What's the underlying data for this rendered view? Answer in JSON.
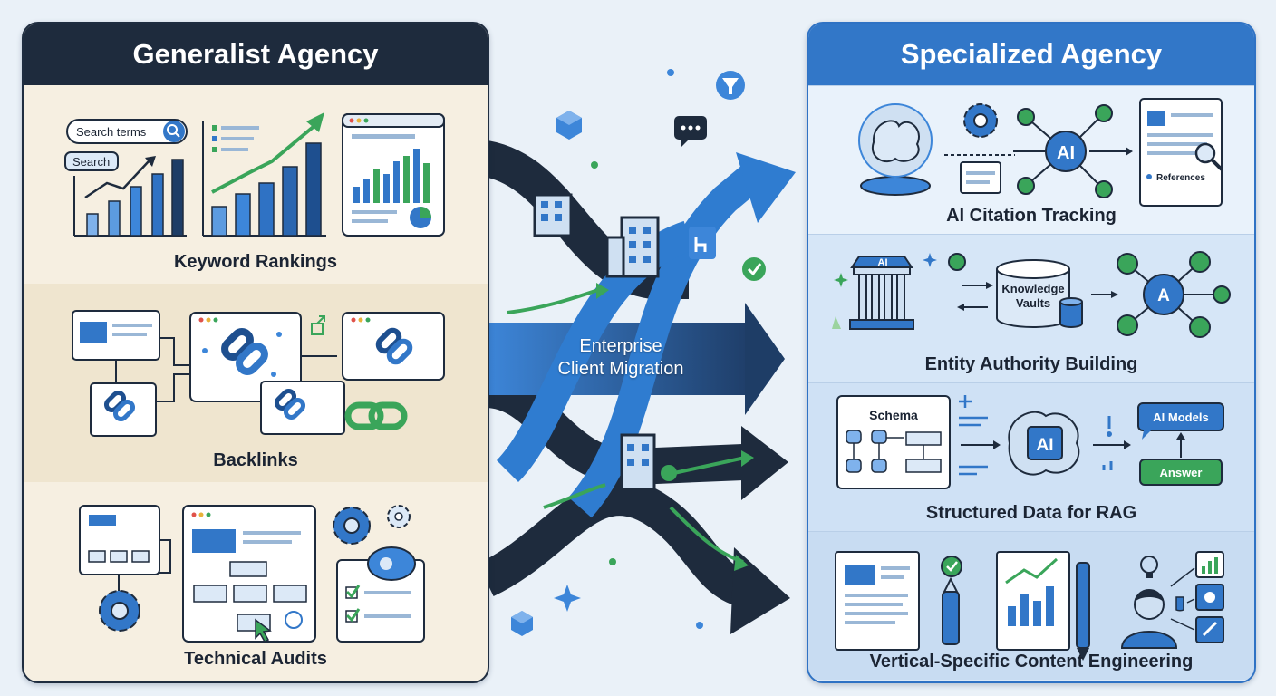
{
  "generalist": {
    "title": "Generalist Agency",
    "sections": [
      {
        "title": "Keyword Rankings",
        "search_input": "Search terms",
        "search_button": "Search"
      },
      {
        "title": "Backlinks"
      },
      {
        "title": "Technical Audits"
      }
    ]
  },
  "migration": {
    "line1": "Enterprise",
    "line2": "Client Migration"
  },
  "specialized": {
    "title": "Specialized Agency",
    "sections": [
      {
        "title": "AI Citation Tracking",
        "ai_label": "AI",
        "doc_label": "References"
      },
      {
        "title": "Entity Authority Building",
        "building_label": "AI",
        "vault_line1": "Knowledge",
        "vault_line2": "Vaults",
        "node_label": "A"
      },
      {
        "title": "Structured Data for RAG",
        "schema_label": "Schema",
        "ai_label": "AI",
        "models_label": "AI Models",
        "answer_label": "Answer"
      },
      {
        "title": "Vertical-Specific Content Engineering"
      }
    ]
  },
  "colors": {
    "navy": "#1e2b3d",
    "blue": "#3277c8",
    "green": "#3aa55a",
    "cream": "#f6efe1"
  }
}
